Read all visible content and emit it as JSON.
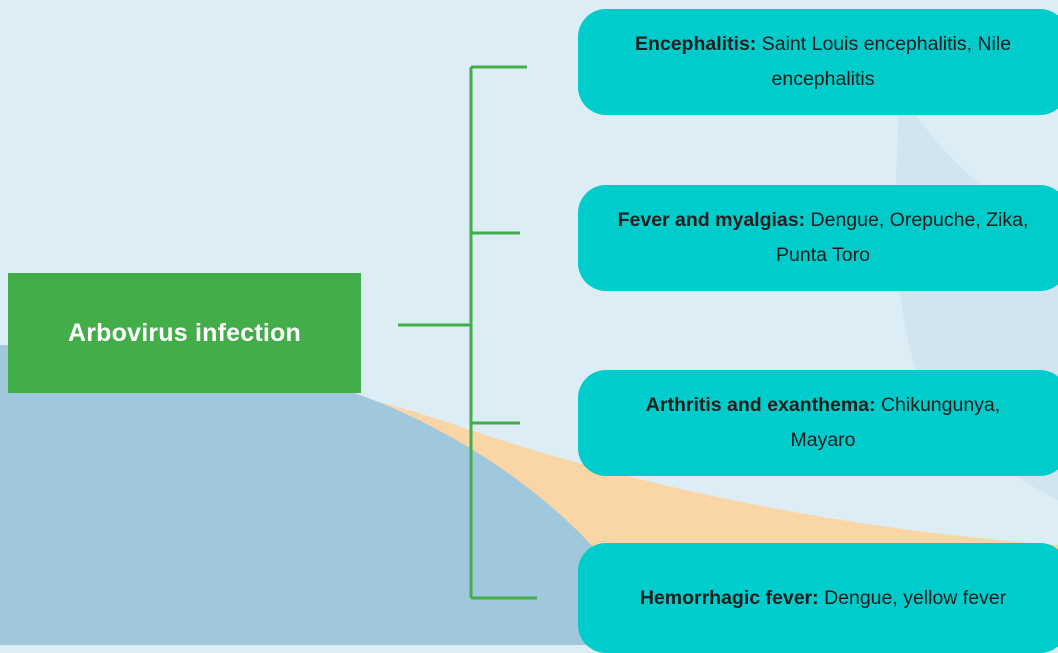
{
  "root": {
    "label": "Arbovirus infection"
  },
  "branches": [
    {
      "heading": "Encephalitis:",
      "text": "Saint Louis encephalitis, Nile encephalitis"
    },
    {
      "heading": "Fever and myalgias:",
      "text": "Dengue, Orepuche, Zika, Punta Toro"
    },
    {
      "heading": "Arthritis and exanthema:",
      "text": "Chikungunya, Mayaro"
    },
    {
      "heading": "Hemorrhagic fever:",
      "text": "Dengue, yellow fever"
    }
  ],
  "colors": {
    "root_fill": "#43ad4a",
    "connector": "#43ad4a",
    "branch_fill": "#00cccb",
    "background": "#dcedf5"
  }
}
